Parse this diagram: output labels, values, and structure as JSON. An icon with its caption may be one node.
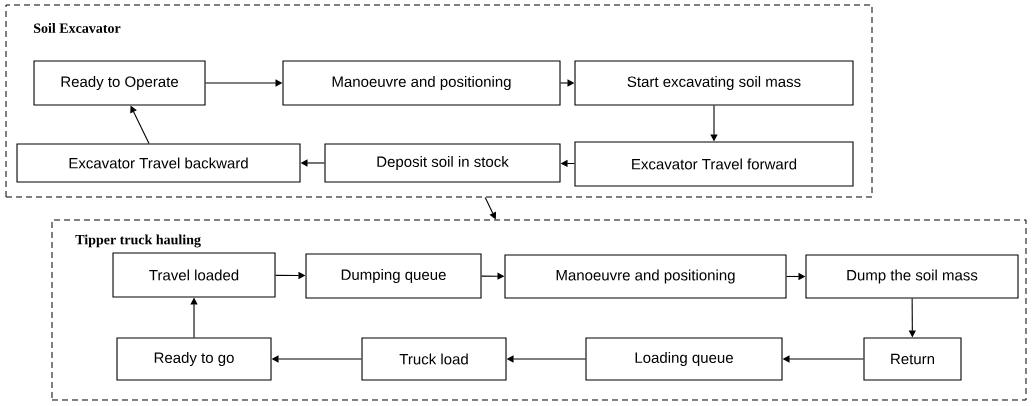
{
  "diagram": {
    "nodes": [
      {
        "text": [
          "Soil Excavator"
        ]
      },
      {
        "text": [
          "Ready to Operate"
        ],
        "in": 0
      },
      {
        "text": [
          "Manoeuvre and positioning"
        ],
        "in": 0
      },
      {
        "text": [
          "Start excavating soil mass"
        ],
        "in": 0
      },
      {
        "text": [
          "Excavator Travel forward"
        ],
        "in": 0
      },
      {
        "text": [
          "Deposit soil in stock"
        ],
        "in": 0
      },
      {
        "text": [
          "Excavator Travel backward"
        ],
        "in": 0
      },
      {
        "text": [
          "Tipper truck hauling"
        ]
      },
      {
        "text": [
          "Travel loaded"
        ],
        "in": 7
      },
      {
        "text": [
          "Dumping queue"
        ],
        "in": 7
      },
      {
        "text": [
          "Manoeuvre and positioning"
        ],
        "in": 7
      },
      {
        "text": [
          "Dump the soil mass"
        ],
        "in": 7
      },
      {
        "text": [
          "Return"
        ],
        "in": 7
      },
      {
        "text": [
          "Loading queue"
        ],
        "in": 7
      },
      {
        "text": [
          "Truck load"
        ],
        "in": 7
      },
      {
        "text": [
          "Ready to go"
        ],
        "in": 7
      }
    ],
    "edges": [
      {
        "from": 1,
        "to": 2,
        "arrow": "to"
      },
      {
        "from": 2,
        "to": 3,
        "arrow": "to"
      },
      {
        "from": 3,
        "to": 4,
        "arrow": "to"
      },
      {
        "from": 4,
        "to": 5,
        "arrow": "to"
      },
      {
        "from": 5,
        "to": 6,
        "arrow": "to"
      },
      {
        "from": 6,
        "to": 1,
        "arrow": "to"
      },
      {
        "from": 0,
        "to": 7,
        "arrow": "to"
      },
      {
        "from": 8,
        "to": 9,
        "arrow": "to"
      },
      {
        "from": 9,
        "to": 10,
        "arrow": "to"
      },
      {
        "from": 10,
        "to": 11,
        "arrow": "to"
      },
      {
        "from": 11,
        "to": 12,
        "arrow": "to"
      },
      {
        "from": 12,
        "to": 13,
        "arrow": "to"
      },
      {
        "from": 13,
        "to": 14,
        "arrow": "to"
      },
      {
        "from": 14,
        "to": 15,
        "arrow": "to"
      },
      {
        "from": 15,
        "to": 8,
        "arrow": "to"
      }
    ]
  }
}
